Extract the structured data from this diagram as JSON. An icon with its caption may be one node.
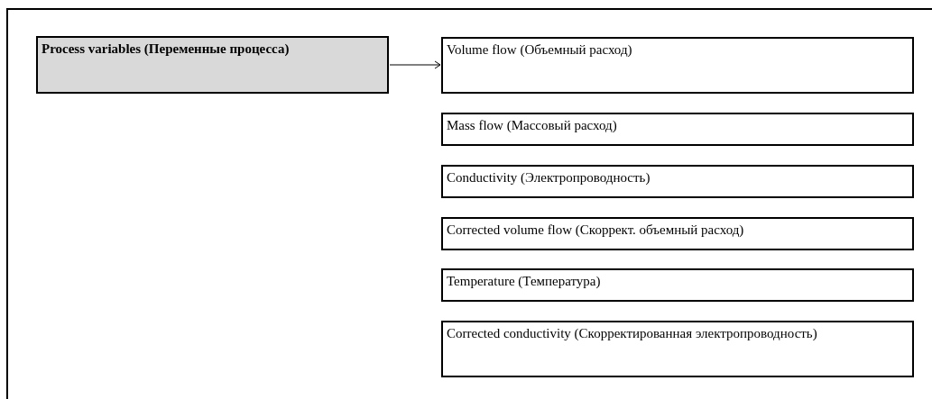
{
  "diagram": {
    "nodes": [
      {
        "text": [
          "Process variables (Переменные процесса)"
        ]
      },
      {
        "text": [
          "Volume flow (Объемный расход)"
        ]
      },
      {
        "text": [
          "Mass flow (Массовый расход)"
        ]
      },
      {
        "text": [
          "Conductivity (Электропроводность)"
        ]
      },
      {
        "text": [
          "Corrected volume flow (Скоррект. объемный расход)"
        ]
      },
      {
        "text": [
          "Temperature (Температура)"
        ]
      },
      {
        "text": [
          "Corrected conductivity (Скорректированная электропроводность)"
        ]
      }
    ],
    "edges": [
      {
        "from": 0,
        "to": 1,
        "arrow": "to"
      }
    ]
  }
}
